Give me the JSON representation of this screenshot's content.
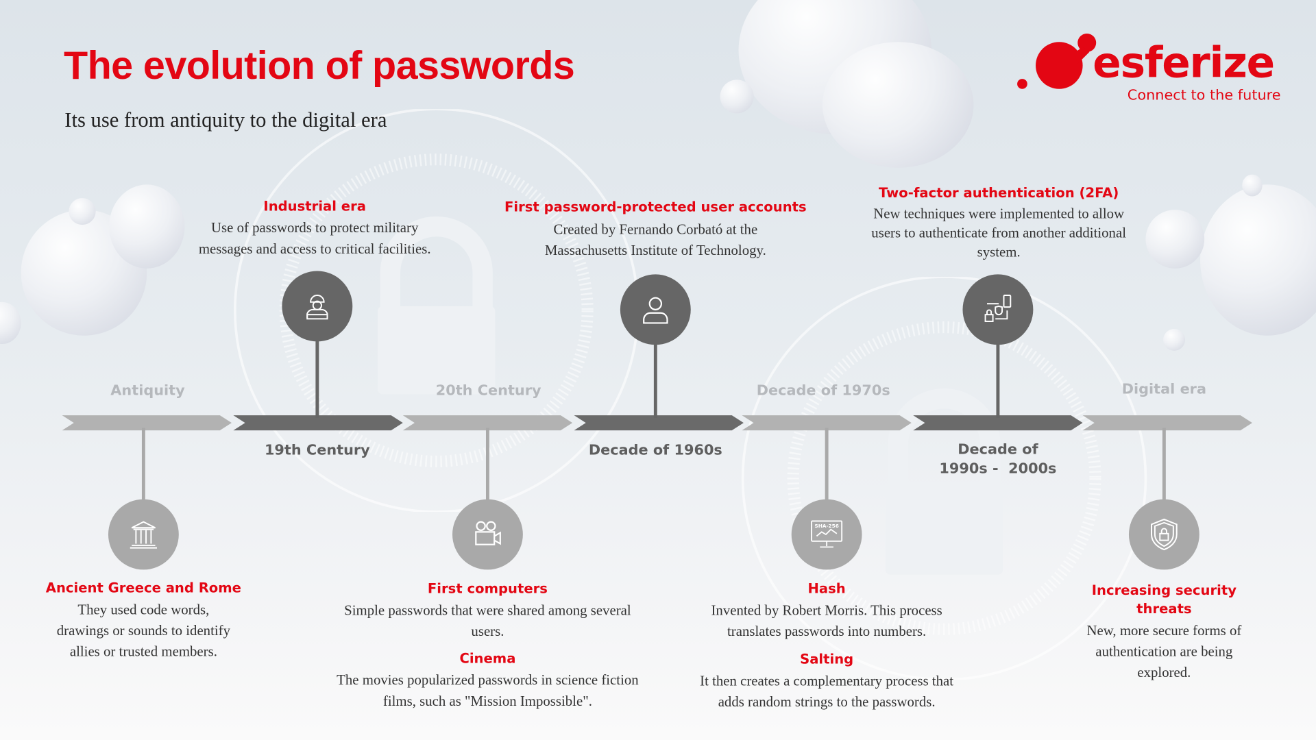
{
  "header": {
    "title": "The evolution of passwords",
    "subtitle": "Its use from antiquity to the digital era"
  },
  "logo": {
    "name": "esferize",
    "tagline": "Connect to the future",
    "color": "#e30613"
  },
  "colors": {
    "accent": "#e30613",
    "dark_segment": "#6a6a6a",
    "light_segment": "#b2b2b2"
  },
  "timeline": {
    "periods_above": [
      "Antiquity",
      "20th Century",
      "Decade of 1970s",
      "Digital era"
    ],
    "periods_below": [
      "19th Century",
      "Decade of 1960s",
      "Decade of",
      "1990s -  2000s"
    ]
  },
  "events": {
    "industrial": {
      "title": "Industrial era",
      "text1": "Use of passwords to protect military",
      "text2": "messages and access to critical facilities.",
      "icon": "worker-icon"
    },
    "accounts": {
      "title": "First password-protected user accounts",
      "text1": "Created by Fernando Corbató at the",
      "text2": "Massachusetts Institute of Technology.",
      "icon": "user-icon"
    },
    "tfa": {
      "title": "Two-factor authentication (2FA)",
      "text1": "New techniques were implemented to allow",
      "text2": "users to authenticate from another additional",
      "text3": "system.",
      "icon": "two-factor-icon"
    },
    "ancient": {
      "title": "Ancient Greece and Rome",
      "text1": "They used code words,",
      "text2": "drawings or sounds to identify",
      "text3": "allies or trusted members.",
      "icon": "temple-icon"
    },
    "computers": {
      "title": "First computers",
      "text1": "Simple passwords that were shared among several",
      "text2": "users.",
      "title2": "Cinema",
      "text3": "The movies popularized passwords in science fiction",
      "text4": "films, such as \"Mission Impossible\".",
      "icon": "film-camera-icon"
    },
    "hash": {
      "title": "Hash",
      "text1": "Invented by Robert Morris. This process",
      "text2": "translates passwords into numbers.",
      "title2": "Salting",
      "text3": "It then creates a complementary process that",
      "text4": "adds random strings to the passwords.",
      "icon": "monitor-hash-icon",
      "icon_label": "SHA-256"
    },
    "threats": {
      "title": "Increasing security",
      "title_b": "threats",
      "text1": "New, more secure forms of",
      "text2": "authentication are being",
      "text3": "explored.",
      "icon": "shield-lock-icon"
    }
  }
}
